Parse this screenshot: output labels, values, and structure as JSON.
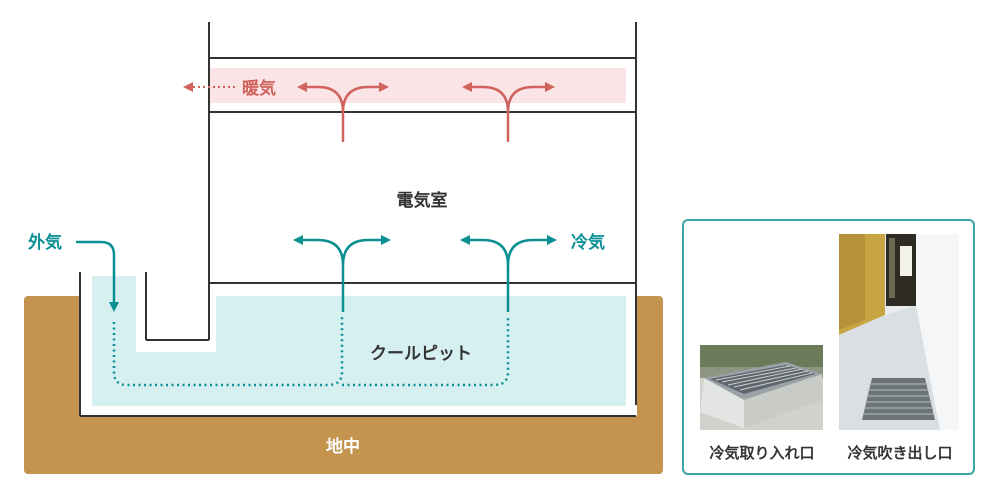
{
  "diagram": {
    "labels": {
      "warm_air": "暖気",
      "electrical_room": "電気室",
      "outside_air": "外気",
      "cool_air": "冷気",
      "cool_pit": "クールピット",
      "underground": "地中"
    },
    "photos": {
      "intake_caption": "冷気取り入れ口",
      "outlet_caption": "冷気吹き出し口"
    },
    "colors": {
      "warm": "#d0635d",
      "warm_band": "#fbe4e6",
      "cool": "#0a8f92",
      "pit_fill": "#d6eff1",
      "ground": "#c4934e",
      "panel_border": "#3aa5a3",
      "wall": "#333333"
    }
  }
}
